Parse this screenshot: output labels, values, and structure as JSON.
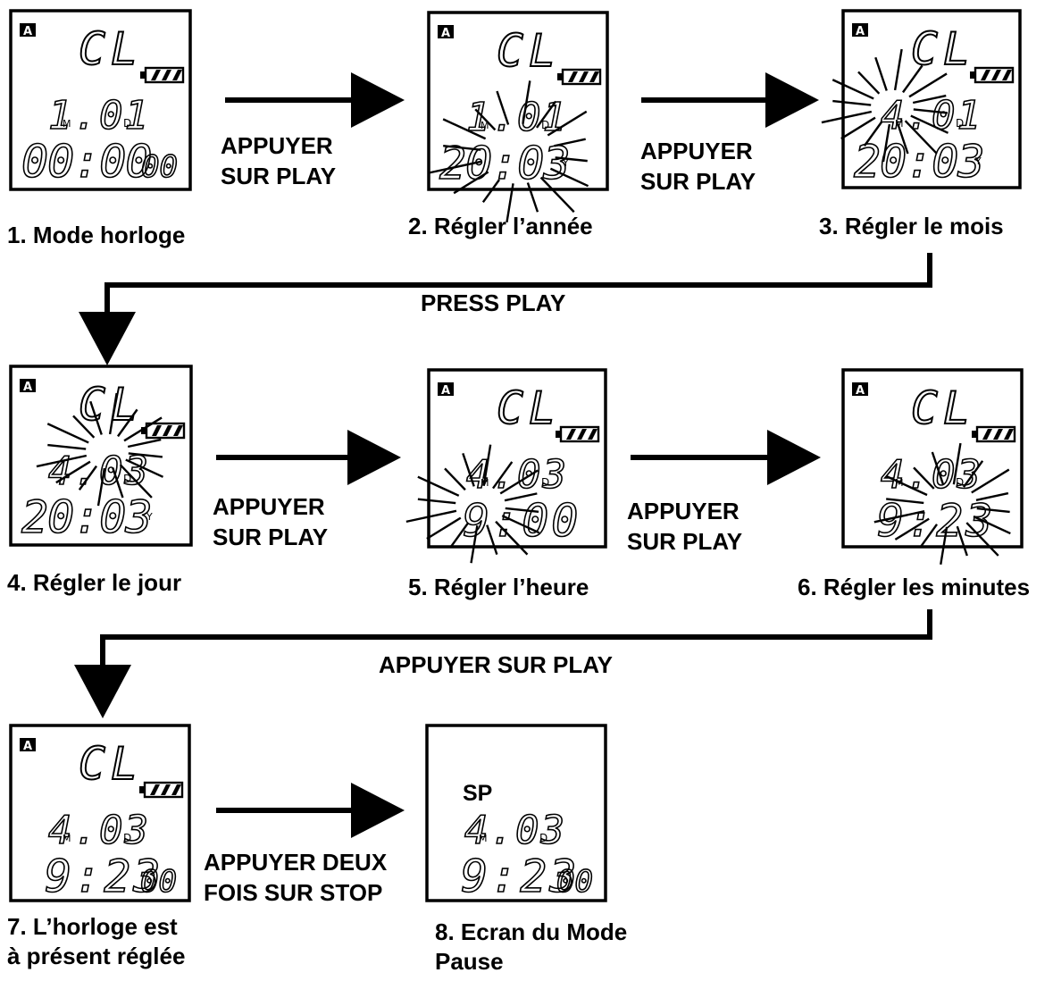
{
  "screens": [
    {
      "caption": [
        "1. Mode horloge"
      ],
      "mode": "CL",
      "date": "1.01",
      "time": "00:00",
      "seconds": "00",
      "blink": "none",
      "has_a_icon": true,
      "has_battery": true,
      "month_mark": "M",
      "day_mark": "D",
      "year_mark": ""
    },
    {
      "caption": [
        "2. Régler l’année"
      ],
      "mode": "CL",
      "date": "1.01",
      "time": "20:03",
      "seconds": "",
      "blink": "year",
      "has_a_icon": true,
      "has_battery": true,
      "month_mark": "M",
      "day_mark": "D",
      "year_mark": "Y"
    },
    {
      "caption": [
        "3. Régler le mois"
      ],
      "mode": "CL",
      "date": "4.01",
      "time": "20:03",
      "seconds": "",
      "blink": "month",
      "has_a_icon": true,
      "has_battery": true,
      "month_mark": "M",
      "day_mark": "D",
      "year_mark": "Y"
    },
    {
      "caption": [
        "4. Régler le jour"
      ],
      "mode": "CL",
      "date": "4.03",
      "time": "20:03",
      "seconds": "",
      "blink": "day",
      "has_a_icon": true,
      "has_battery": true,
      "month_mark": "",
      "day_mark": "D",
      "year_mark": "Y"
    },
    {
      "caption": [
        "5. Régler l’heure"
      ],
      "mode": "CL",
      "date": "4.03",
      "time": "9:00",
      "seconds": "",
      "blink": "hour",
      "has_a_icon": true,
      "has_battery": true,
      "month_mark": "M",
      "day_mark": "D",
      "year_mark": ""
    },
    {
      "caption": [
        "6. Régler les minutes"
      ],
      "mode": "CL",
      "date": "4.03",
      "time": "9:23",
      "seconds": "",
      "blink": "minute",
      "has_a_icon": true,
      "has_battery": true,
      "month_mark": "M",
      "day_mark": "D",
      "year_mark": ""
    },
    {
      "caption": [
        "7. L’horloge est",
        "à présent réglée"
      ],
      "mode": "CL",
      "date": "4.03",
      "time": "9:23",
      "seconds": "00",
      "blink": "none",
      "has_a_icon": true,
      "has_battery": true,
      "month_mark": "M",
      "day_mark": "D",
      "year_mark": ""
    },
    {
      "caption": [
        "8. Ecran du Mode",
        "Pause"
      ],
      "mode": "SP",
      "date": "4.03",
      "time": "9:23",
      "seconds": "00",
      "blink": "none",
      "has_a_icon": false,
      "has_battery": false,
      "month_mark": "M",
      "day_mark": "D",
      "year_mark": ""
    }
  ],
  "arrows": [
    {
      "from": 1,
      "to": 2,
      "label": [
        "APPUYER",
        "SUR PLAY"
      ]
    },
    {
      "from": 2,
      "to": 3,
      "label": [
        "APPUYER",
        "SUR PLAY"
      ]
    },
    {
      "from": 3,
      "to": 4,
      "label": [
        "PRESS PLAY"
      ]
    },
    {
      "from": 4,
      "to": 5,
      "label": [
        "APPUYER",
        "SUR PLAY"
      ]
    },
    {
      "from": 5,
      "to": 6,
      "label": [
        "APPUYER",
        "SUR PLAY"
      ]
    },
    {
      "from": 6,
      "to": 7,
      "label": [
        "APPUYER SUR PLAY"
      ]
    },
    {
      "from": 7,
      "to": 8,
      "label": [
        "APPUYER DEUX",
        "FOIS SUR STOP"
      ]
    }
  ],
  "icons": {
    "mode_badge": "A",
    "battery": "battery-icon"
  },
  "colors": {
    "ink": "#000000",
    "paper": "#ffffff"
  }
}
